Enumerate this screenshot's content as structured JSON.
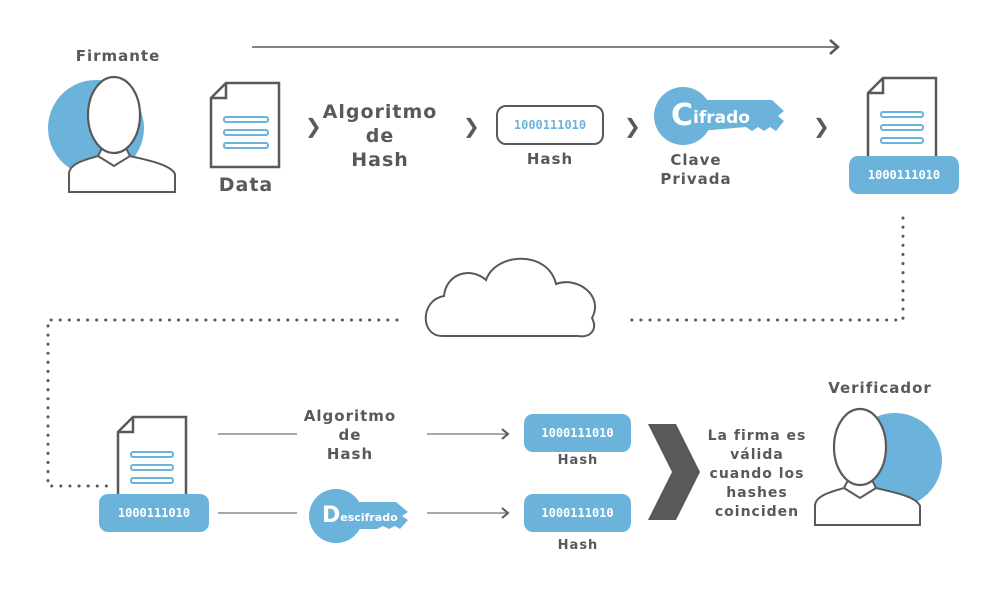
{
  "signer": {
    "label": "Firmante"
  },
  "verifier": {
    "label": "Verificador"
  },
  "top_flow": {
    "data_label": "Data",
    "hash_algorithm_lines": [
      "Algoritmo",
      "de",
      "Hash"
    ],
    "hash_value": "1000111010",
    "hash_label": "Hash",
    "key_word": "Cifrado",
    "key_label_lines": [
      "Clave",
      "Privada"
    ],
    "signed_doc_value": "1000111010"
  },
  "bottom_flow": {
    "doc_signature_value": "1000111010",
    "hash_algorithm_lines": [
      "Algoritmo",
      "de",
      "Hash"
    ],
    "hash_top_value": "1000111010",
    "hash_top_label": "Hash",
    "key_word": "Descifrado",
    "hash_bottom_value": "1000111010",
    "hash_bottom_label": "Hash",
    "result_lines": [
      "La firma es",
      "válida",
      "cuando los",
      "hashes",
      "coinciden"
    ]
  },
  "colors": {
    "accent": "#6cb3dc",
    "ink": "#58595b",
    "line": "#8a8b8d"
  },
  "icons": [
    "user-icon",
    "document-icon",
    "key-icon",
    "cloud-icon",
    "chevron-right-icon",
    "arrow-right-icon"
  ]
}
